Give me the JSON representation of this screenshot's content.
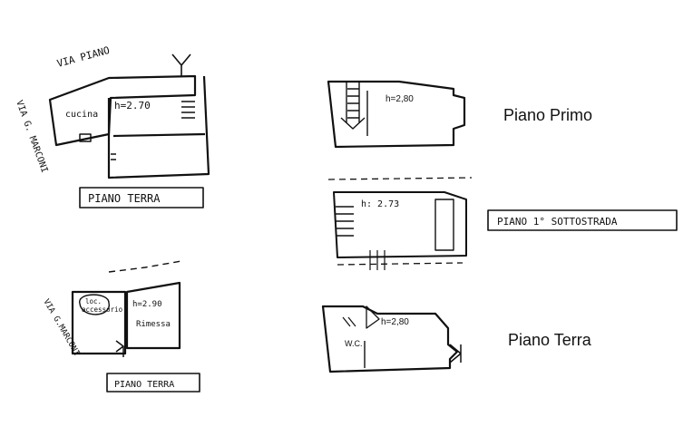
{
  "colors": {
    "ink": "#111111",
    "paper": "#ffffff"
  },
  "plan_top_left": {
    "street_top": "VIA PIANO",
    "street_left": "VIA G. MARCONI",
    "room": "cucina",
    "height": "h=2.70",
    "title": "PIANO TERRA"
  },
  "plan_bottom_left": {
    "street_left": "VIA G.MARCONI",
    "room_a_line1": "loc.",
    "room_a_line2": "accessorio",
    "room_b": "Rimessa",
    "height": "h=2.90",
    "title": "PIANO TERRA"
  },
  "plan_right_primo": {
    "height": "h=2,80",
    "label": "Piano Primo"
  },
  "plan_right_sotto": {
    "height": "h: 2.73",
    "label": "PIANO   1° SOTTOSTRADA"
  },
  "plan_right_terra": {
    "height": "h=2,80",
    "room": "W.C.",
    "label": "Piano Terra"
  }
}
